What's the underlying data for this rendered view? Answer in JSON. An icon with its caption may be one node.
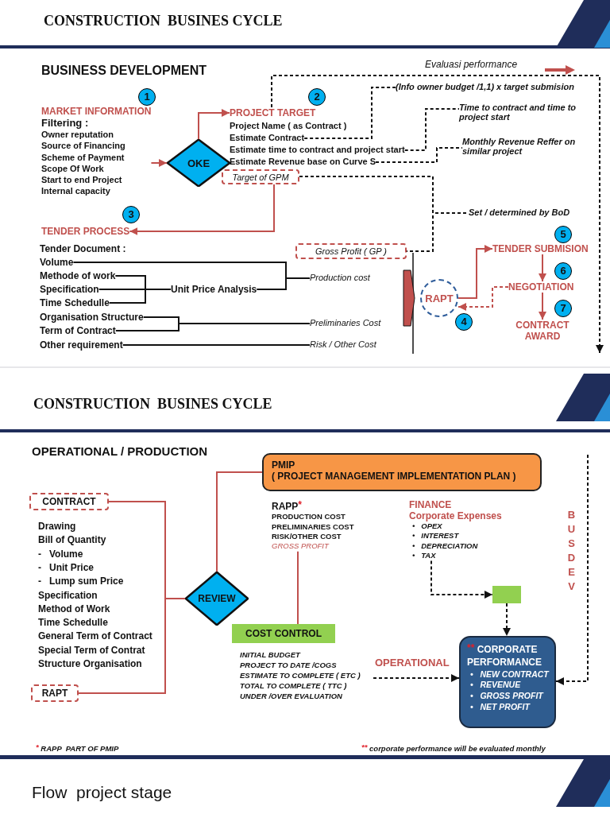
{
  "diagram": {
    "nodes": [
      {
        "text": [
          "1"
        ]
      },
      {
        "text": [
          "MARKET INFORMATION",
          "Filtering :",
          "Owner reputation",
          "Source of Financing",
          "Scheme of Payment",
          "Scope Of Work",
          "Start to end Project",
          "Internal capacity"
        ]
      },
      {
        "text": [
          "OKE"
        ]
      },
      {
        "text": [
          "2"
        ]
      },
      {
        "text": [
          "PROJECT TARGET"
        ]
      },
      {
        "text": [
          "(Info owner budget /1,1) x target submision"
        ]
      },
      {
        "text": [
          "Estimate Contract"
        ]
      },
      {
        "text": [
          "Time to contract and time to project start"
        ]
      },
      {
        "text": [
          "Estimate time to contract and project start"
        ]
      },
      {
        "text": [
          "Monthly Revenue Reffer on similar project"
        ]
      },
      {
        "text": [
          "Estimate Revenue base on Curve S"
        ]
      },
      {
        "text": [
          "Target of GPM"
        ]
      },
      {
        "text": [
          "3"
        ]
      },
      {
        "text": [
          "Set / determined by BoD"
        ]
      },
      {
        "text": [
          "TENDER PROCESS"
        ]
      },
      {
        "text": [
          "Gross Profit ( GP )"
        ]
      },
      {
        "text": [
          "5"
        ]
      },
      {
        "text": [
          "TENDER SUBMISION"
        ]
      },
      {
        "text": [
          "Volume"
        ]
      },
      {
        "text": [
          "Methode of work"
        ]
      },
      {
        "text": [
          "Production cost"
        ]
      },
      {
        "text": [
          "6"
        ]
      },
      {
        "text": [
          "NEGOTIATION"
        ]
      },
      {
        "text": [
          "Specification"
        ]
      },
      {
        "text": [
          "Unit Price Analysis"
        ]
      },
      {
        "text": [
          "Time Schedulle"
        ]
      },
      {
        "text": [
          "RAPT"
        ]
      },
      {
        "text": [
          "Organisation Structure"
        ]
      },
      {
        "text": [
          "4"
        ]
      },
      {
        "text": [
          "7"
        ]
      },
      {
        "text": [
          "CONTRACT AWARD"
        ]
      },
      {
        "text": [
          "Term of Contract"
        ]
      },
      {
        "text": [
          "Preliminaries Cost"
        ]
      },
      {
        "text": [
          "Other requirement"
        ]
      },
      {
        "text": [
          "Risk / Other Cost"
        ]
      },
      {
        "text": [
          "PMIP",
          "( PROJECT MANAGEMENT IMPLEMENTATION PLAN )"
        ]
      },
      {
        "text": [
          "CONTRACT"
        ]
      },
      {
        "text": [
          "RAPP$^{*}$",
          "PRODUCTION COST",
          "PRELIMINARIES COST",
          "RISK/OTHER COST",
          "GROSS PROFIT"
        ]
      },
      {
        "text": [
          "FINANCE",
          "Corporate Expenses",
          "•   OPEX",
          "•   INTEREST",
          "•   DEPRECIATION",
          "•   TAX"
        ]
      },
      {
        "text": [
          "REVIEW"
        ]
      },
      {
        "text": [],
        "shape": "box"
      },
      {
        "text": [
          "COST CONTROL"
        ]
      },
      {
        "text": [
          "$^{**}$ CORPORATE PERFORMANCE",
          "•   NEW CONTRACT",
          "•   REVENUE",
          "•   GROSS PROFIT",
          "•   NET PROFIT"
        ]
      },
      {
        "text": [
          "RAPT"
        ]
      }
    ],
    "edges": [
      {
        "from": 1,
        "to": 2,
        "arrow": "to",
        "color": "#c0504d"
      },
      {
        "from": 2,
        "to": 4,
        "arrow": "to",
        "color": "#c0504d"
      },
      {
        "from": 4,
        "to": null,
        "arrow": "to",
        "style": "dashed"
      },
      {
        "from": 6,
        "to": 5,
        "arrow": "none",
        "style": "dashed"
      },
      {
        "from": 8,
        "to": 7,
        "arrow": "none",
        "style": "dashed"
      },
      {
        "from": 10,
        "to": 9,
        "arrow": "none",
        "style": "dashed"
      },
      {
        "from": 11,
        "to": 14,
        "arrow": "to",
        "color": "#c0504d"
      },
      {
        "from": 11,
        "to": 15,
        "arrow": "none",
        "style": "dashed"
      },
      {
        "from": 11,
        "to": 13,
        "arrow": "none",
        "style": "dashed"
      },
      {
        "from": 19,
        "to": 24,
        "arrow": "none"
      },
      {
        "from": 23,
        "to": 24,
        "arrow": "none"
      },
      {
        "from": 25,
        "to": 24,
        "arrow": "none"
      },
      {
        "from": 18,
        "to": 20,
        "arrow": "none"
      },
      {
        "from": 24,
        "to": 20,
        "arrow": "none"
      },
      {
        "from": 27,
        "to": 32,
        "arrow": "none"
      },
      {
        "from": 31,
        "to": 32,
        "arrow": "none"
      },
      {
        "from": 33,
        "to": 34,
        "arrow": "none"
      },
      {
        "from": 26,
        "to": 17,
        "arrow": "to",
        "color": "#c0504d"
      },
      {
        "from": 17,
        "to": 22,
        "arrow": "to",
        "color": "#c0504d"
      },
      {
        "from": 22,
        "to": 26,
        "arrow": "to",
        "style": "dashed",
        "color": "#c0504d"
      },
      {
        "from": 22,
        "to": 30,
        "arrow": "to",
        "color": "#c0504d"
      },
      {
        "from": 36,
        "to": 39,
        "arrow": "none",
        "color": "#c0504d"
      },
      {
        "from": 43,
        "to": 39,
        "arrow": "none",
        "color": "#c0504d"
      },
      {
        "from": 39,
        "to": 35,
        "arrow": "none",
        "color": "#c0504d"
      },
      {
        "from": 37,
        "to": 41,
        "arrow": "none",
        "color": "#c0504d"
      },
      {
        "from": 38,
        "to": 40,
        "arrow": "to",
        "style": "dashed"
      },
      {
        "from": 40,
        "to": 42,
        "arrow": "to",
        "style": "dashed"
      },
      {
        "from": null,
        "to": 42,
        "arrow": "to",
        "style": "dashed",
        "label": "OPERATIONAL"
      },
      {
        "from": null,
        "to": 42,
        "arrow": "to",
        "style": "dashed",
        "label": "BUSDEV"
      }
    ],
    "labels": [
      "CONSTRUCTION  BUSINES CYCLE",
      "BUSINESS DEVELOPMENT",
      "Evaluasi performance",
      "Project Name ( as Contract )",
      "Tender Document :",
      "CONSTRUCTION  BUSINES CYCLE",
      "OPERATIONAL / PRODUCTION",
      "Drawing",
      "Bill of Quantity",
      "-   Volume",
      "-   Unit Price",
      "-   Lump sum Price",
      "Specification",
      "Method of Work",
      "Time Schedulle",
      "General Term of Contract",
      "Special Term of Contrat",
      "Structure Organisation",
      "INITIAL BUDGET",
      "PROJECT TO DATE /COGS",
      "ESTIMATE TO COMPLETE ( ETC )",
      "TOTAL TO COMPLETE ( TTC )",
      "UNDER /OVER EVALUATION",
      "$^{*}$ RAPP  PART OF PMIP",
      "$^{**}$ corporate performance will be evaluated monthly",
      "Flow  project stage"
    ]
  }
}
